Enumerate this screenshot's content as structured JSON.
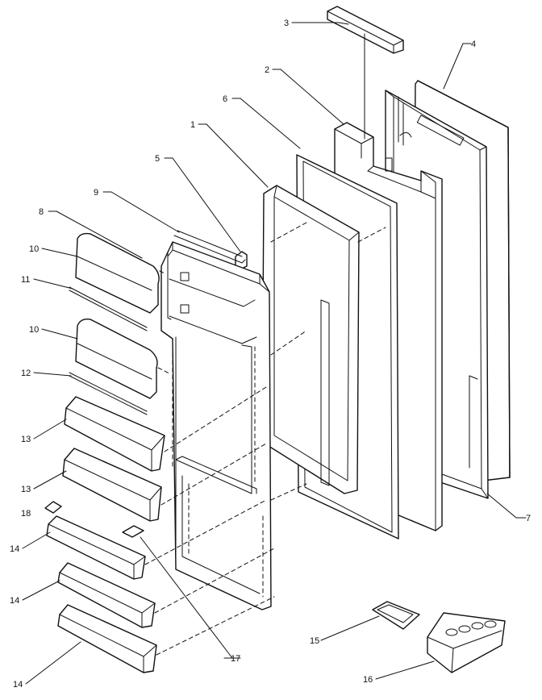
{
  "callouts": {
    "c1": "1",
    "c2": "2",
    "c3": "3",
    "c4": "4",
    "c5": "5",
    "c6": "6",
    "c7": "7",
    "c8": "8",
    "c9": "9",
    "c10a": "10",
    "c10b": "10",
    "c11": "11",
    "c12": "12",
    "c13a": "13",
    "c13b": "13",
    "c14a": "14",
    "c14b": "14",
    "c14c": "14",
    "c15": "15",
    "c16": "16",
    "c17": "17",
    "c18": "18"
  },
  "colors": {
    "line": "#111111",
    "background": "#ffffff"
  }
}
